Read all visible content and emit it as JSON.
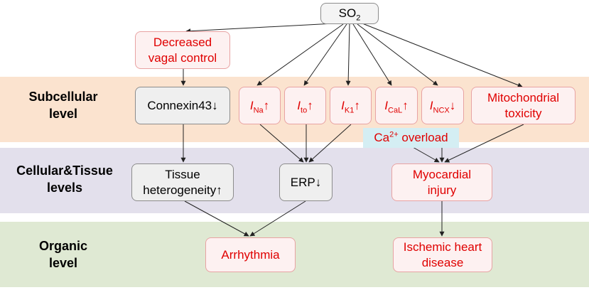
{
  "levels": {
    "subcellular": [
      "Subcellular",
      "level"
    ],
    "cellular": [
      "Cellular&Tissue",
      "levels"
    ],
    "organic": [
      "Organic",
      "level"
    ]
  },
  "nodes": {
    "so2": {
      "base": "SO",
      "sub": "2"
    },
    "vagal": [
      "Decreased",
      "vagal control"
    ],
    "connexin": "Connexin43↓",
    "ina": {
      "i": "I",
      "sub": "Na",
      "arrow": "↑"
    },
    "ito": {
      "i": "I",
      "sub": "to",
      "arrow": "↑"
    },
    "ik1": {
      "i": "I",
      "sub": "K1",
      "arrow": "↑"
    },
    "ical": {
      "i": "I",
      "sub": "CaL",
      "arrow": "↑"
    },
    "incx": {
      "i": "I",
      "sub": "NCX",
      "arrow": "↓"
    },
    "mito": [
      "Mitochondrial",
      "toxicity"
    ],
    "ca_overload": {
      "base": "Ca",
      "sup": "2+",
      "rest": " overload"
    },
    "tissue": [
      "Tissue",
      "heterogeneity↑"
    ],
    "erp": "ERP↓",
    "myocardial": [
      "Myocardial",
      "injury"
    ],
    "arrhythmia": "Arrhythmia",
    "ischemic": [
      "Ischemic heart",
      "disease"
    ]
  },
  "colors": {
    "subcellular_band": "#fbe3cf",
    "cellular_band": "#e3e0ec",
    "organic_band": "#dfe9d3",
    "red_text": "#e00000",
    "ca_box": "#d4eef3"
  }
}
